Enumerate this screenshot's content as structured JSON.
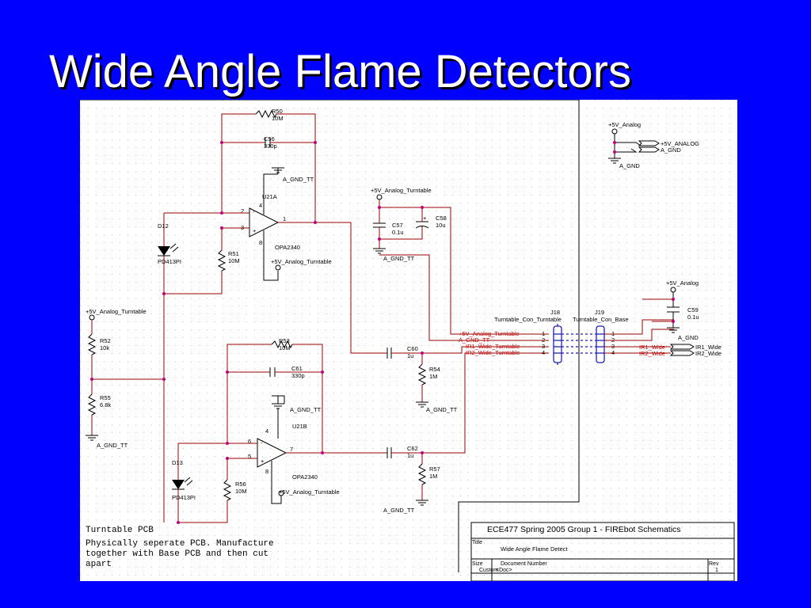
{
  "slide": {
    "title": "Wide Angle Flame Detectors"
  },
  "top": {
    "r50": {
      "ref": "R50",
      "val": "10M"
    },
    "c56": {
      "ref": "C56",
      "val": "330p"
    },
    "gnd": "A_GND_TT",
    "u21a": "U21A",
    "pin_inv": "2",
    "pin_non": "3",
    "pin_out": "1",
    "pin_v": "4",
    "pin_g": "8",
    "opamp": "OPA2340",
    "vsup": "+5V_Analog_Turntable",
    "d12": "D12",
    "pd": "PD413PI",
    "r51": {
      "ref": "R51",
      "val": "10M"
    }
  },
  "bottom": {
    "r53": {
      "ref": "R53",
      "val": "10M"
    },
    "c61": {
      "ref": "C61",
      "val": "330p"
    },
    "gnd": "A_GND_TT",
    "u21b": "U21B",
    "pin_inv": "6",
    "pin_non": "5",
    "pin_out": "7",
    "pin_v": "4",
    "pin_g": "8",
    "opamp": "OPA2340",
    "vsup": "+5V_Analog_Turntable",
    "d13": "D13",
    "pd": "PD413PI",
    "r56": {
      "ref": "R56",
      "val": "10M"
    }
  },
  "left": {
    "vsup": "+5V_Analog_Turntable",
    "r52": {
      "ref": "R52",
      "val": "10k"
    },
    "r55": {
      "ref": "R55",
      "val": "6.8k"
    },
    "gnd": "A_GND_TT"
  },
  "decoupling": {
    "vsup": "+5V_Analog_Turntable",
    "c57": {
      "ref": "C57",
      "val": "0.1u"
    },
    "c58": {
      "ref": "C58",
      "val": "10u"
    },
    "gnd": "A_GND_TT",
    "plus": "+"
  },
  "coupling": {
    "c60": {
      "ref": "C60",
      "val": "1u"
    },
    "r54": {
      "ref": "R54",
      "val": "1M"
    },
    "gnd1": "A_GND_TT",
    "c62": {
      "ref": "C62",
      "val": "1u"
    },
    "r57": {
      "ref": "R57",
      "val": "1M"
    },
    "gnd2": "A_GND_TT"
  },
  "connectors": {
    "j18": {
      "ref": "J18",
      "name": "Turntable_Con_Turntable"
    },
    "j19": {
      "ref": "J19",
      "name": "Turntable_Con_Base"
    },
    "left_nets": [
      "+5V_Analog_Turntable",
      "A_GND_TT",
      "IR1_Wide_Turntable",
      "IR2_Wide_Turntable"
    ],
    "pins": [
      "1",
      "2",
      "3",
      "4"
    ],
    "right_nets": [
      "IR1_Wide",
      "IR2_Wide"
    ],
    "ports": [
      "IR1_Wide",
      "IR2_Wide"
    ]
  },
  "base": {
    "vsup1": "+5V_Analog",
    "port1": "+5V_ANALOG",
    "port2": "A_GND",
    "gnd1": "A_GND",
    "vsup2": "+5V_Analog",
    "c59": {
      "ref": "C59",
      "val": "0.1u"
    },
    "gnd2": "A_GND"
  },
  "notes": {
    "heading": "Turntable PCB",
    "lines": [
      "Physically seperate PCB. Manufacture",
      "together with Base PCB and then cut",
      "apart"
    ]
  },
  "titleblock": {
    "project": "ECE477 Spring 2005 Group 1 - FIREbot Schematics",
    "title_label": "Title",
    "title": "Wide Angle Flame Detect",
    "size_label": "Size",
    "size": "Custom",
    "docnum_label": "Document Number",
    "docnum": "<Doc>",
    "rev_label": "Rev",
    "rev": "1"
  },
  "colors": {
    "background": "#0000ff",
    "title_text": "#ffffff",
    "wire": "#9a0000",
    "net_label": "#c00000",
    "connector": "#1f1fb0",
    "junction": "#c0007a",
    "sheet": "#ffffff"
  }
}
